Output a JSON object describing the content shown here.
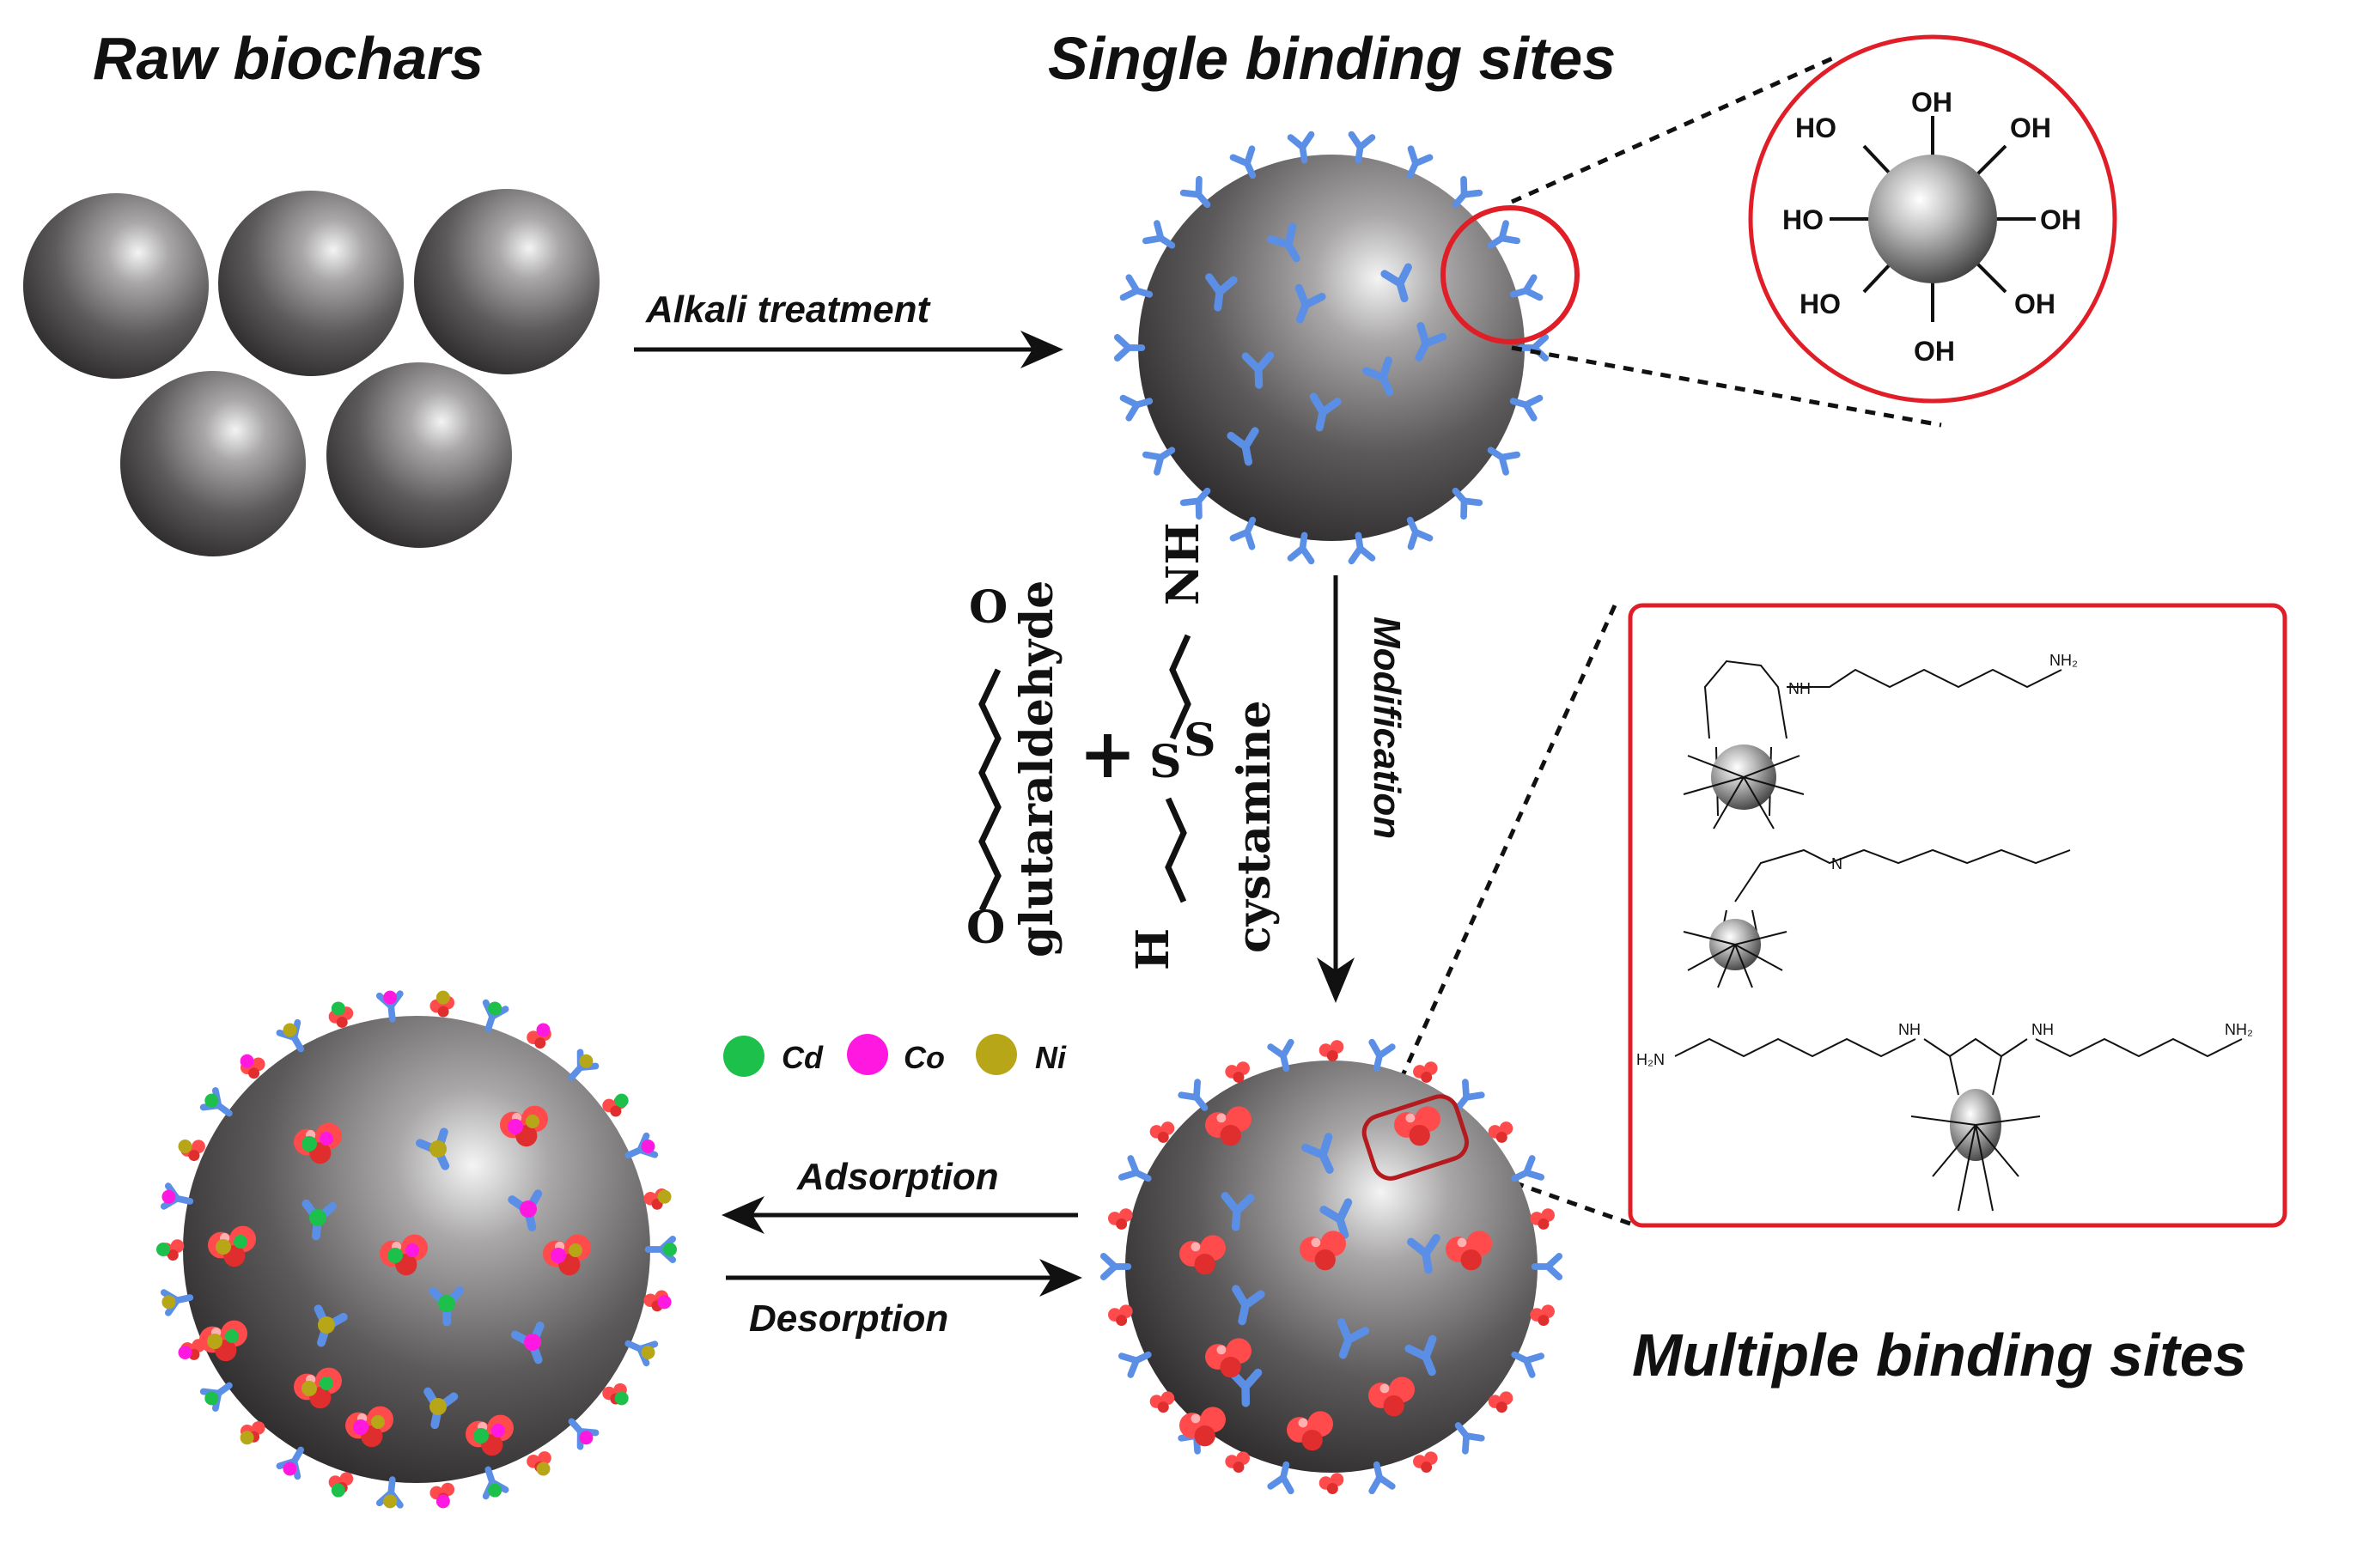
{
  "titles": {
    "raw": "Raw biochars",
    "single": "Single binding sites",
    "multiple": "Multiple binding sites"
  },
  "arrows": {
    "alkali": "Alkali treatment",
    "modification": "Modification",
    "adsorption": "Adsorption",
    "desorption": "Desorption"
  },
  "reagents": {
    "glutaraldehyde": "glutaraldehyde",
    "cystamine": "cystamine",
    "plus": "+",
    "o_atom": "O",
    "s_atom": "S",
    "nh2_atom": "NH",
    "h2n_atom": "H",
    "n_atom": "N",
    "sub_2": "2"
  },
  "legend": [
    {
      "label": "Cd",
      "color": "#1cc04a"
    },
    {
      "label": "Co",
      "color": "#ff19e0"
    },
    {
      "label": "Ni",
      "color": "#b7a617"
    }
  ],
  "hydroxyl_labels": [
    "HO",
    "OH",
    "OH",
    "HO",
    "OH",
    "HO",
    "OH",
    "OH"
  ],
  "structure_labels": {
    "nh": "NH",
    "n": "N",
    "s": "S",
    "o": "O",
    "nh2": "NH₂",
    "h2n": "H₂N"
  },
  "colors": {
    "sphere": "#5a5858",
    "site_blue": "#5b8fe6",
    "site_red": "#ff4b4b",
    "highlight_red": "#e01e27"
  }
}
